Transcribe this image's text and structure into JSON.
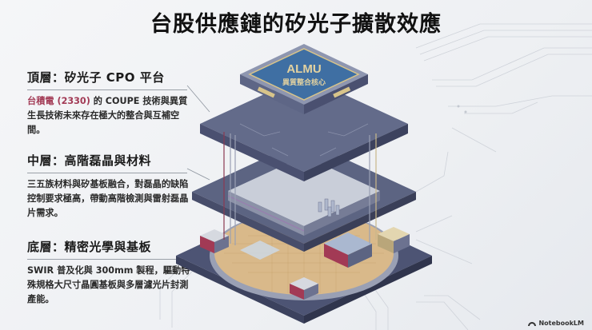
{
  "title": "台股供應鏈的矽光子擴散效應",
  "sections": {
    "top": {
      "heading": "頂層：矽光子 CPO 平台",
      "highlight": "台積電 (2330)",
      "body_after_highlight": " 的 COUPE 技術與異質生長技術未來存在極大的整合與互補空間。"
    },
    "middle": {
      "heading": "中層：高階磊晶與材料",
      "body": "三五族材料與矽基板融合，對磊晶的缺陷控制要求極高，帶動高階檢測與雷射磊晶片需求。"
    },
    "bottom": {
      "heading": "底層：精密光學與基板",
      "body": "SWIR 普及化與 300mm 製程，驅動特殊規格大尺寸晶圓基板與多層濾光片封測產能。"
    }
  },
  "diagram": {
    "chip_label": "ALMU",
    "chip_sublabel": "異質整合核心",
    "layers": [
      "top-platform",
      "middle-epitaxy",
      "bottom-wafer-substrate"
    ]
  },
  "colors": {
    "highlight": "#a23a55",
    "chip_blue": "#3f6fa3",
    "chip_gold": "#d8c48a",
    "layer_slate": "#5c6482",
    "wafer_tan": "#d9b98a"
  },
  "watermark": {
    "label": "NotebookLM"
  }
}
